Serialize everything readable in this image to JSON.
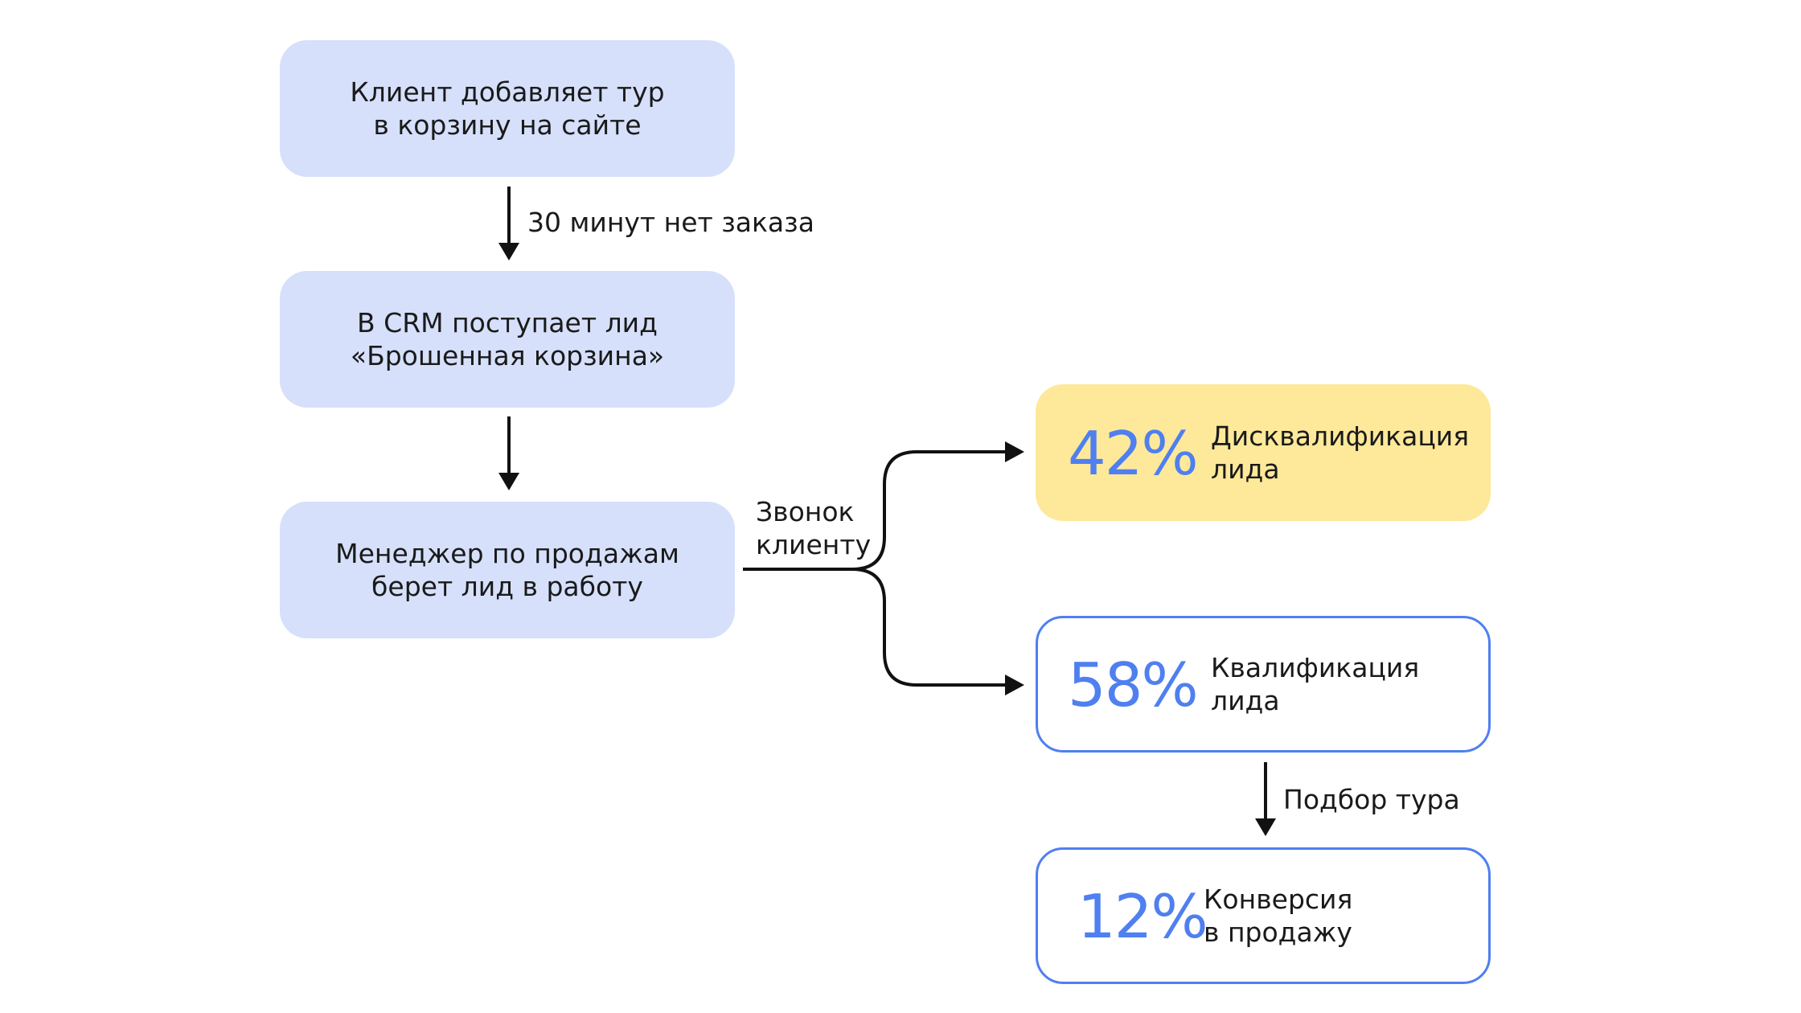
{
  "steps": [
    {
      "text": "Клиент добавляет тур\nв корзину на сайте"
    },
    {
      "text": "В CRM поступает лид\n«Брошенная корзина»"
    },
    {
      "text": "Менеджер по продажам\nберет лид в работу"
    }
  ],
  "edge_labels": {
    "no_order": "30 минут нет заказа",
    "call": "Звонок\nклиенту",
    "tour_selection": "Подбор тура"
  },
  "results": [
    {
      "percent": "42%",
      "text": "Дисквалификация\nлида"
    },
    {
      "percent": "58%",
      "text": "Квалификация\nлида"
    },
    {
      "percent": "12%",
      "text": "Конверсия\nв продажу"
    }
  ],
  "colors": {
    "step_fill": "#d6e0fb",
    "highlight_fill": "#fde999",
    "accent": "#4f7ff0",
    "arrow": "#111111"
  }
}
